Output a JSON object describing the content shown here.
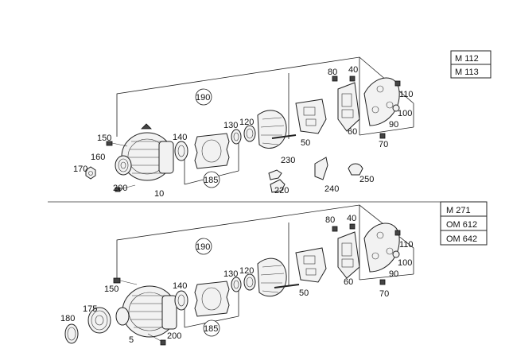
{
  "section_top": {
    "models": [
      "M 112",
      "M 113"
    ],
    "callouts": {
      "c190": "190",
      "c185": "185",
      "c150": "150",
      "c160": "160",
      "c170": "170",
      "c200": "200",
      "c10": "10",
      "c140": "140",
      "c130": "130",
      "c120": "120",
      "c50": "50",
      "c80": "80",
      "c40": "40",
      "c110": "110",
      "c100": "100",
      "c90": "90",
      "c60": "60",
      "c70": "70",
      "c230": "230",
      "c220": "220",
      "c240": "240",
      "c250": "250"
    }
  },
  "section_bottom": {
    "models": [
      "M 271",
      "OM 612",
      "OM 642"
    ],
    "callouts": {
      "c190": "190",
      "c185": "185",
      "c150": "150",
      "c175": "175",
      "c180": "180",
      "c200": "200",
      "c5": "5",
      "c140": "140",
      "c130": "130",
      "c120": "120",
      "c50": "50",
      "c80": "80",
      "c40": "40",
      "c110": "110",
      "c100": "100",
      "c90": "90",
      "c60": "60",
      "c70": "70"
    }
  }
}
